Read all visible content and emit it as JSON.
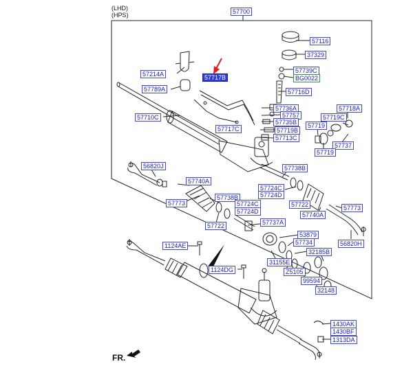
{
  "header": {
    "line1": "(LHD)",
    "line2": "(HPS)"
  },
  "assembly_label": "57700",
  "highlight_color": "#2f3ad2",
  "arrow_color": "#e21b1b",
  "labels": {
    "57116": "57116",
    "37329": "37329",
    "57739C": "57739C",
    "BG0022": "BG0022",
    "57716D": "57716D",
    "57214A": "57214A",
    "57717B": "57717B",
    "57789A": "57789A",
    "57736A": "57736A",
    "57718A": "57718A",
    "57757": "57757",
    "57719C": "57719C",
    "57710C": "57710C",
    "57717C": "57717C",
    "57735B": "57735B",
    "57719a": "57719",
    "57719B": "57719B",
    "57713C": "57713C",
    "57737": "57737",
    "57719b": "57719",
    "56820J": "56820J",
    "57738Ba": "57738B",
    "57740Aa": "57740A",
    "57724Ca": "57724C",
    "57724Da": "57724D",
    "57773a": "57773",
    "57738Bb": "57738B",
    "57724Cb": "57724C",
    "57724Db": "57724D",
    "57722a": "57722",
    "57773b": "57773",
    "57722b": "57722",
    "57740Ab": "57740A",
    "57737A": "57737A",
    "53879": "53879",
    "56820H": "56820H",
    "57734": "57734",
    "1124AE": "1124AE",
    "32185B": "32185B",
    "31155E": "31155E",
    "1124DG": "1124DG",
    "Z5105": "Z5105",
    "99594": "99594",
    "32148": "32148",
    "1430AK": "1430AK",
    "1430BF": "1430BF",
    "1313DA": "1313DA"
  },
  "direction_label": "FR."
}
